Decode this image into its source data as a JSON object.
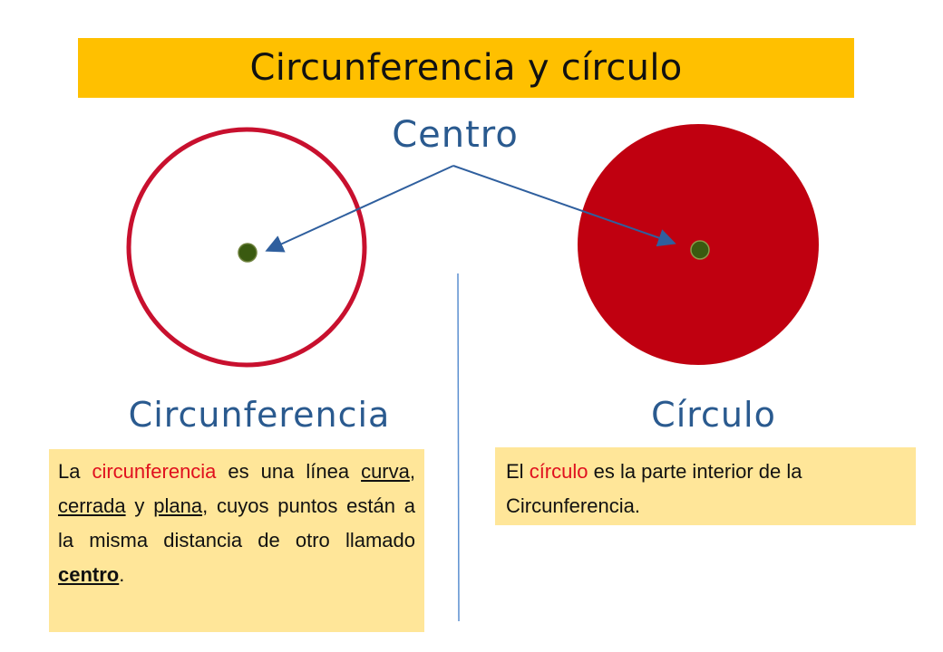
{
  "title": "Circunferencia y círculo",
  "labels": {
    "centro": "Centro",
    "circunferencia": "Circunferencia",
    "circulo": "Círculo"
  },
  "left_text": {
    "p1": "La ",
    "term": "circunferencia",
    "p2": " es una línea ",
    "w_curva": "curva",
    "sep1": ", ",
    "w_cerrada": "cerrada",
    "sep2": " y ",
    "w_plana": "plana",
    "p3": ", cuyos puntos están a la misma distancia de otro llamado ",
    "w_centro": "centro",
    "p4": "."
  },
  "right_text": {
    "p1": "El ",
    "term": "círculo",
    "p2": " es la parte interior de la Circunferencia."
  },
  "colors": {
    "title_bg": "#ffc000",
    "box_bg": "#ffe699",
    "circle_red": "#c00010",
    "ring_red": "#c8102e",
    "center_dot": "#3a5a10",
    "arrow": "#2f5f9e",
    "highlight": "#e0101e"
  }
}
